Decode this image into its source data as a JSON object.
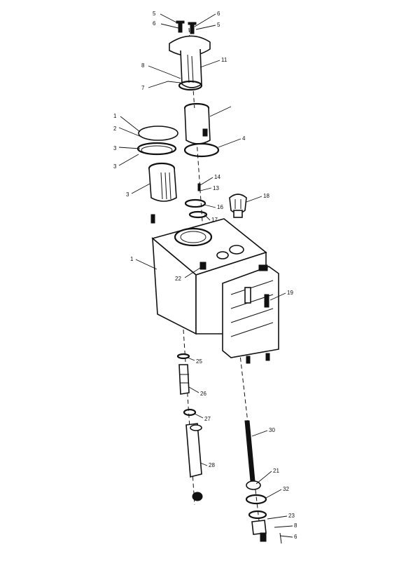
{
  "diagram": {
    "callouts": [
      {
        "id": "c-top-left-1",
        "text": "5"
      },
      {
        "id": "c-top-left-2",
        "text": "6"
      },
      {
        "id": "c-top-right-1",
        "text": "6"
      },
      {
        "id": "c-top-right-2",
        "text": "5"
      },
      {
        "id": "c-8",
        "text": "8"
      },
      {
        "id": "c-7",
        "text": "7"
      },
      {
        "id": "c-11",
        "text": "11"
      },
      {
        "id": "c-4",
        "text": "4"
      },
      {
        "id": "c-left-stack-1",
        "text": "1"
      },
      {
        "id": "c-left-stack-2",
        "text": "2"
      },
      {
        "id": "c-left-stack-3",
        "text": "3"
      },
      {
        "id": "c-left-stack-4",
        "text": "3"
      },
      {
        "id": "c-3",
        "text": "3"
      },
      {
        "id": "c-14",
        "text": "14"
      },
      {
        "id": "c-13",
        "text": "13"
      },
      {
        "id": "c-18",
        "text": "18"
      },
      {
        "id": "c-16",
        "text": "16"
      },
      {
        "id": "c-17",
        "text": "17"
      },
      {
        "id": "c-1",
        "text": "1"
      },
      {
        "id": "c-22",
        "text": "22"
      },
      {
        "id": "c-19",
        "text": "19"
      },
      {
        "id": "c-25",
        "text": "25"
      },
      {
        "id": "c-26",
        "text": "26"
      },
      {
        "id": "c-27",
        "text": "27"
      },
      {
        "id": "c-28",
        "text": "28"
      },
      {
        "id": "c-30",
        "text": "30"
      },
      {
        "id": "c-21",
        "text": "21"
      },
      {
        "id": "c-32",
        "text": "32"
      },
      {
        "id": "c-23",
        "text": "23"
      },
      {
        "id": "c-b1",
        "text": "8"
      },
      {
        "id": "c-b2",
        "text": "6"
      }
    ]
  }
}
